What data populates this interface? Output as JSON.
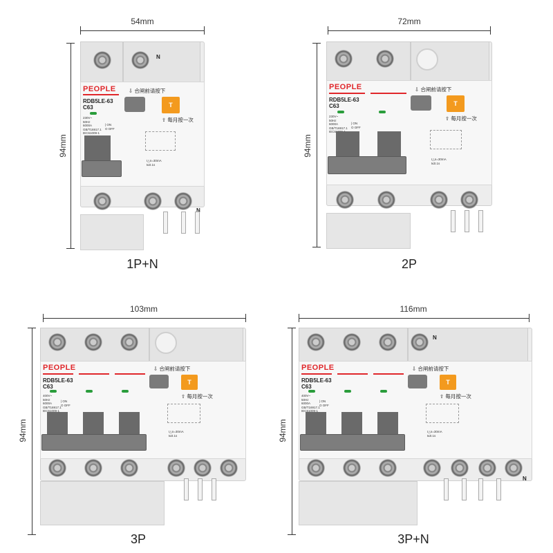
{
  "brand": "PEOPLE",
  "model_line1": "RDB5LE-63",
  "model_line2": "C63",
  "instruction_close": "⇩ 合闸前请按下",
  "instruction_month": "⇧ 每月按一次",
  "test_button_label": "T",
  "neutral_mark": "N",
  "spec_lines_2p": [
    "230V~",
    "50Hz",
    "6000A",
    "GB/T16917.1",
    "IEC61009-1"
  ],
  "spec_lines_3p": [
    "400V~",
    "50Hz",
    "6000A",
    "GB/T16917.1",
    "IEC61009-1"
  ],
  "on_label": "| ON",
  "off_label": "O OFF",
  "trip_rating": "I△n=30mA",
  "trip_time": "t≤0.1s",
  "panels": [
    {
      "caption": "1P+N",
      "width_label": "54mm",
      "height_label": "94mm"
    },
    {
      "caption": "2P",
      "width_label": "72mm",
      "height_label": "94mm"
    },
    {
      "caption": "3P",
      "width_label": "103mm",
      "height_label": "94mm"
    },
    {
      "caption": "3P+N",
      "width_label": "116mm",
      "height_label": "94mm"
    }
  ]
}
